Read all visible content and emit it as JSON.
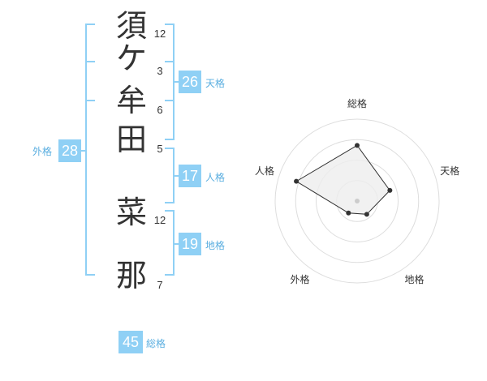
{
  "name": {
    "chars": [
      {
        "kanji": "須",
        "strokes": "12"
      },
      {
        "kanji": "ケ",
        "strokes": "3"
      },
      {
        "kanji": "牟",
        "strokes": "6"
      },
      {
        "kanji": "田",
        "strokes": "5"
      },
      {
        "kanji": "菜",
        "strokes": "12"
      },
      {
        "kanji": "那",
        "strokes": "7"
      }
    ]
  },
  "kaku": {
    "tenkaku": {
      "value": "26",
      "label": "天格"
    },
    "jinkaku": {
      "value": "17",
      "label": "人格"
    },
    "chikaku": {
      "value": "19",
      "label": "地格"
    },
    "gaikaku": {
      "value": "28",
      "label": "外格"
    },
    "soukaku": {
      "value": "45",
      "label": "総格"
    }
  },
  "chart_data": {
    "type": "radar",
    "axes": [
      "総格",
      "天格",
      "地格",
      "外格",
      "人格"
    ],
    "values": [
      0.68,
      0.42,
      0.2,
      0.18,
      0.78
    ],
    "max": 1,
    "rings": 4,
    "colors": {
      "fill": "#eeeeee",
      "line": "#333333",
      "ring": "#dddddd",
      "point": "#333333",
      "center": "#cccccc"
    }
  }
}
